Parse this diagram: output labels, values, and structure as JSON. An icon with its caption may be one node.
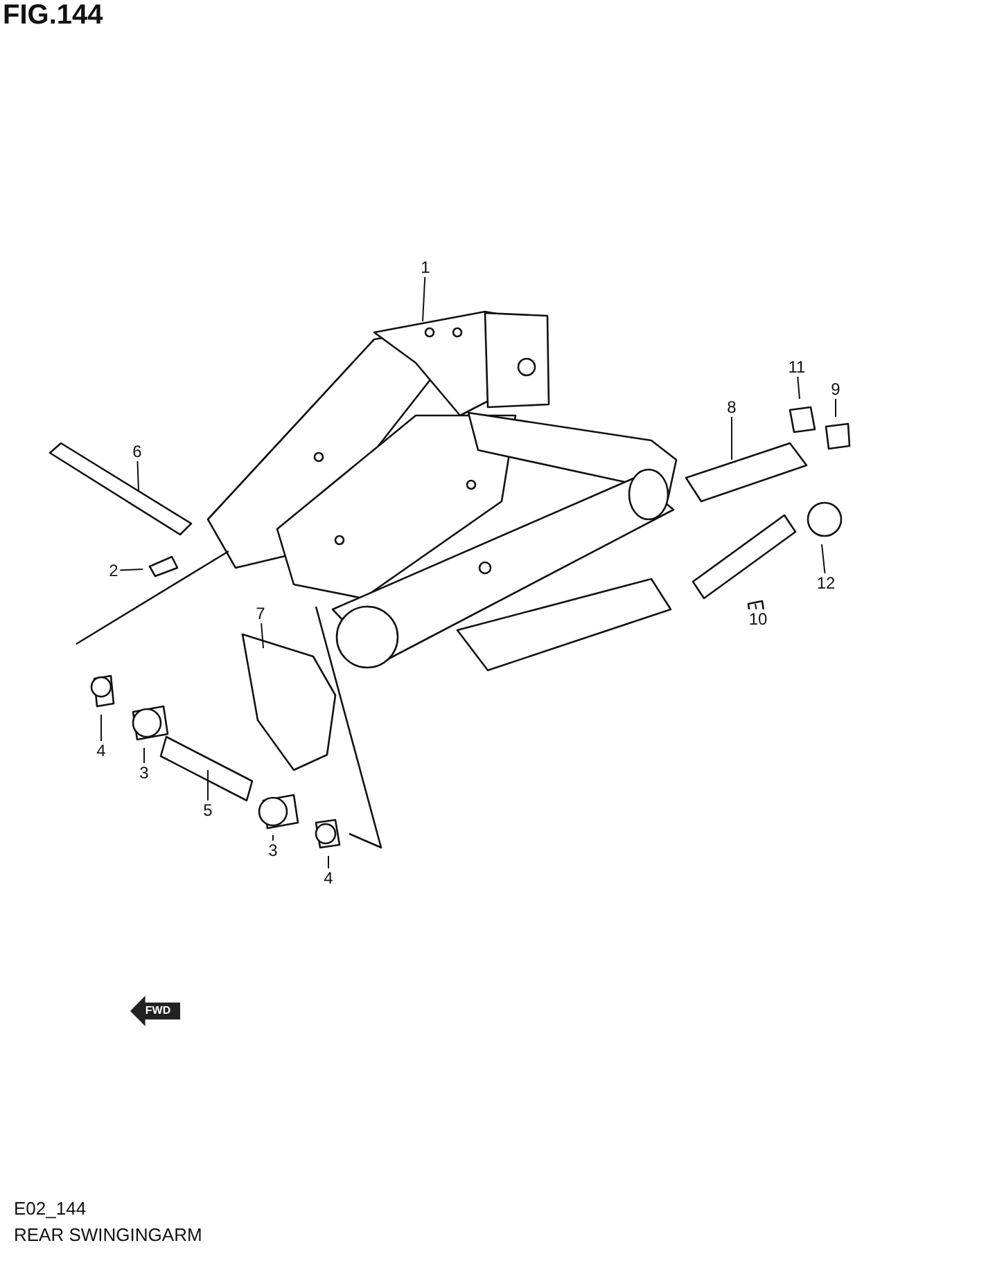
{
  "diagram": {
    "title": "FIG.144",
    "nodes": [
      {
        "text": [
          "1"
        ]
      },
      {
        "text": [
          "6"
        ]
      },
      {
        "text": [
          "2"
        ]
      },
      {
        "text": [
          "7"
        ]
      },
      {
        "text": [
          "8"
        ]
      },
      {
        "text": [
          "11"
        ]
      },
      {
        "text": [
          "9"
        ]
      },
      {
        "text": [
          "12"
        ]
      },
      {
        "text": [
          "10"
        ]
      },
      {
        "text": [
          "4"
        ]
      },
      {
        "text": [
          "3"
        ]
      },
      {
        "text": [
          "5"
        ]
      },
      {
        "text": [
          "3"
        ]
      },
      {
        "text": [
          "4"
        ]
      }
    ],
    "edges": [
      {
        "from": 0,
        "to": null,
        "arrow": "none"
      },
      {
        "from": 1,
        "to": null,
        "arrow": "none"
      },
      {
        "from": 2,
        "to": null,
        "arrow": "none"
      },
      {
        "from": 3,
        "to": null,
        "arrow": "none"
      },
      {
        "from": 4,
        "to": null,
        "arrow": "none"
      },
      {
        "from": 5,
        "to": null,
        "arrow": "none"
      },
      {
        "from": 6,
        "to": null,
        "arrow": "none"
      },
      {
        "from": 7,
        "to": null,
        "arrow": "none"
      },
      {
        "from": 8,
        "to": null,
        "arrow": "none"
      },
      {
        "from": 9,
        "to": null,
        "arrow": "none"
      },
      {
        "from": 10,
        "to": null,
        "arrow": "none"
      },
      {
        "from": 11,
        "to": null,
        "arrow": "none"
      },
      {
        "from": 12,
        "to": null,
        "arrow": "none"
      },
      {
        "from": 13,
        "to": null,
        "arrow": "none"
      }
    ],
    "labels": [
      "FWD",
      "E02_144",
      "REAR SWINGINGARM"
    ]
  }
}
